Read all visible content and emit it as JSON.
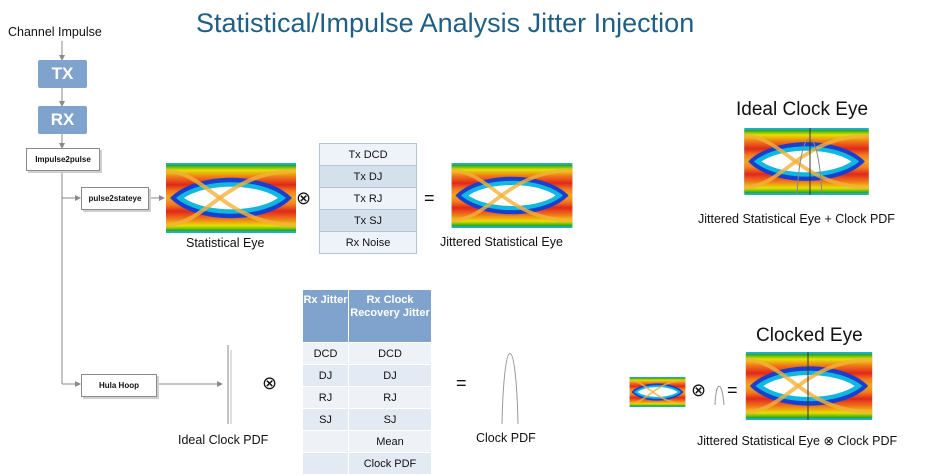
{
  "title": "Statistical/Impulse Analysis Jitter Injection",
  "flow": {
    "channel_impulse": "Channel Impulse",
    "tx": "TX",
    "rx": "RX",
    "impulse2pulse": "Impulse2pulse",
    "pulse2stateye": "pulse2stateye",
    "hula_hoop": "Hula Hoop"
  },
  "top_row": {
    "statistical_eye": "Statistical Eye",
    "jittered_statistical_eye": "Jittered Statistical Eye",
    "tx_table": [
      "Tx DCD",
      "Tx DJ",
      "Tx RJ",
      "Tx SJ",
      "Rx Noise"
    ]
  },
  "bottom_row": {
    "ideal_clock_pdf": "Ideal Clock PDF",
    "clock_pdf": "Clock PDF",
    "rx_table": {
      "headers": [
        "Rx Jitter",
        "Rx Clock Recovery Jitter"
      ],
      "rows": [
        [
          "DCD",
          "DCD"
        ],
        [
          "DJ",
          "DJ"
        ],
        [
          "RJ",
          "RJ"
        ],
        [
          "SJ",
          "SJ"
        ],
        [
          "",
          "Mean"
        ],
        [
          "",
          "Clock PDF"
        ]
      ]
    }
  },
  "right": {
    "ideal_clock_eye": "Ideal Clock Eye",
    "ideal_clock_eye_caption": "Jittered Statistical Eye + Clock PDF",
    "clocked_eye": "Clocked Eye",
    "clocked_eye_caption": "Jittered Statistical Eye ⊗ Clock PDF"
  },
  "operators": {
    "convolve": "⊗",
    "equals": "="
  }
}
